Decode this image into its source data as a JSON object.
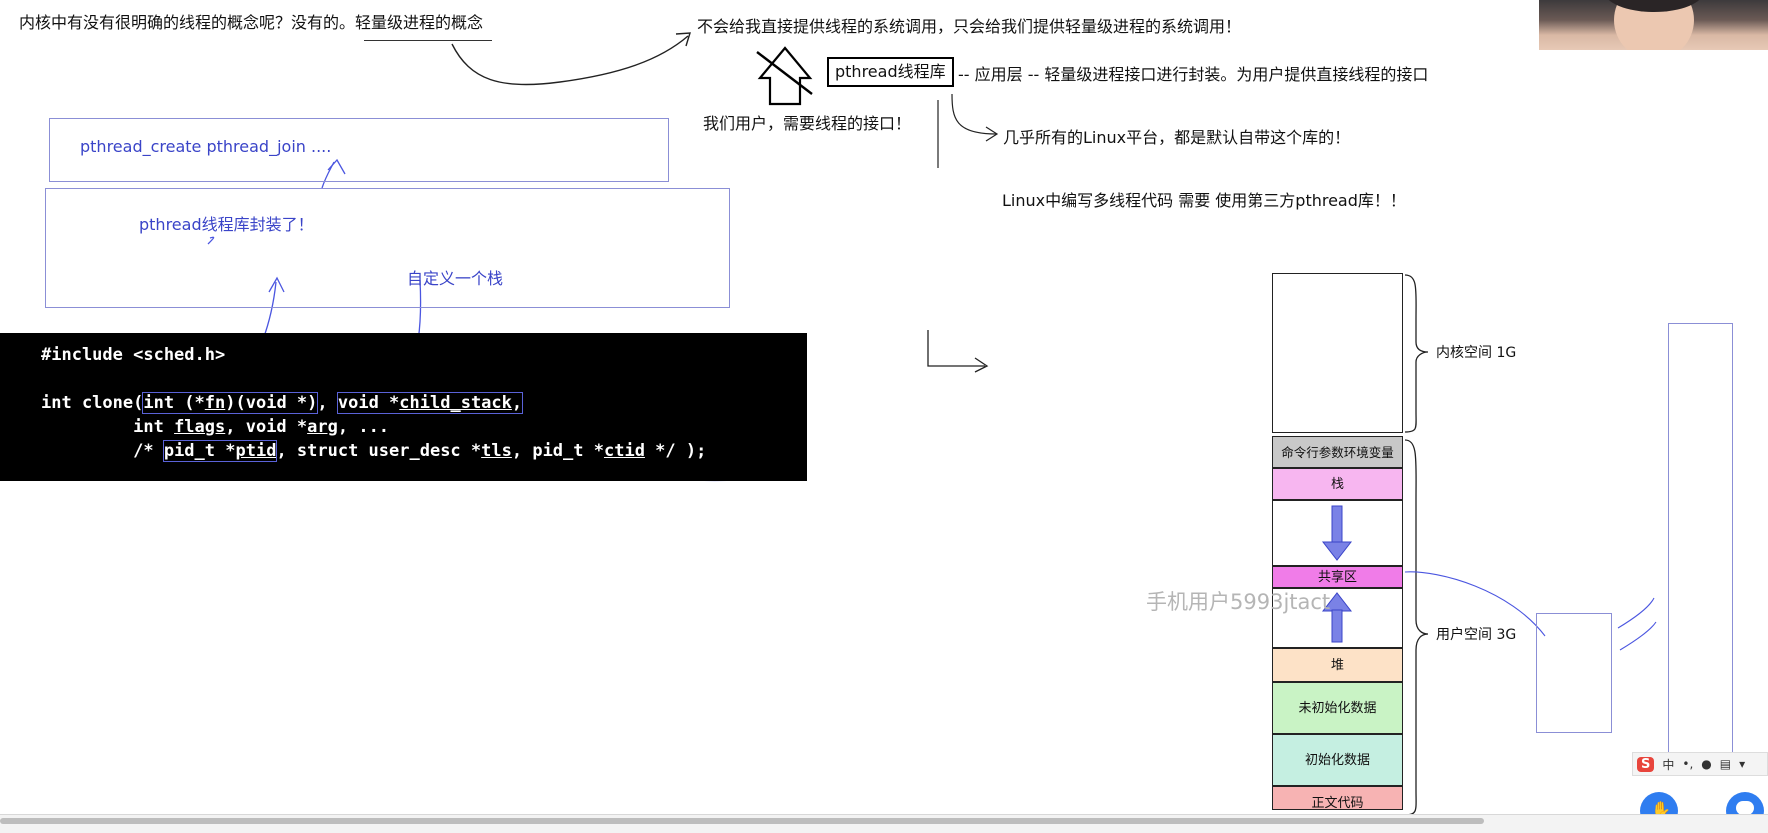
{
  "notes": {
    "kernel_line": "内核中有没有很明确的线程的概念呢？没有的。轻量级进程的概念",
    "no_syscall": "不会给我直接提供线程的系统调用，只会给我们提供轻量级进程的系统调用！",
    "pthread_lib_box": "pthread线程库",
    "app_layer": "-- 应用层 -- 轻量级进程接口进行封装。为用户提供直接线程的接口",
    "users_need": "我们用户，需要线程的接口！",
    "linux_default": "几乎所有的Linux平台，都是默认自带这个库的！",
    "linux_third_party": "Linux中编写多线程代码 需要 使用第三方pthread库！！"
  },
  "boxes": {
    "api_names": "pthread_create pthread_join ....",
    "wrapped": "pthread线程库封装了！",
    "custom_stack": "自定义一个栈"
  },
  "code": {
    "include": "#include <sched.h>",
    "l2_prefix": "int clone(",
    "l2_fnarg_a": "int (*",
    "l2_fn": "fn",
    "l2_fnarg_b": ")(void *)",
    "l2_sep": ", ",
    "l2_stack_a": "void *",
    "l2_stack_name": "child_stack",
    "l2_end": ",",
    "l3_a": "         int ",
    "l3_flags": "flags",
    "l3_b": ", void *",
    "l3_arg": "arg",
    "l3_c": ", ...",
    "l4_a": "         /* ",
    "l4_ptid_a": "pid_t *",
    "l4_ptid": "ptid",
    "l4_b": ", struct user_desc *",
    "l4_tls": "tls",
    "l4_c": ", pid_t *",
    "l4_ctid": "ctid",
    "l4_d": " */ );"
  },
  "memory": {
    "kernel_label": "内核空间 1G",
    "user_label": "用户空间 3G",
    "segments": [
      {
        "name": "cmdline",
        "label": "命令行参数环境变量",
        "color": "#c8c8c8"
      },
      {
        "name": "stack",
        "label": "栈",
        "color": "#f7b6f0"
      },
      {
        "name": "shared",
        "label": "共享区",
        "color": "#f07ce8"
      },
      {
        "name": "heap",
        "label": "堆",
        "color": "#fde2c7"
      },
      {
        "name": "bss",
        "label": "未初始化数据",
        "color": "#c9f3c5"
      },
      {
        "name": "data",
        "label": "初始化数据",
        "color": "#c5efe1"
      },
      {
        "name": "text",
        "label": "正文代码",
        "color": "#f7b3b3"
      }
    ]
  },
  "watermark": "手机用户5993jtact",
  "tray": {
    "ime_logo": "S",
    "ime_lang": "中"
  },
  "colors": {
    "annotation_blue": "#3a44c8",
    "code_bg": "#000000",
    "arrow_blue": "#4b56e0"
  }
}
